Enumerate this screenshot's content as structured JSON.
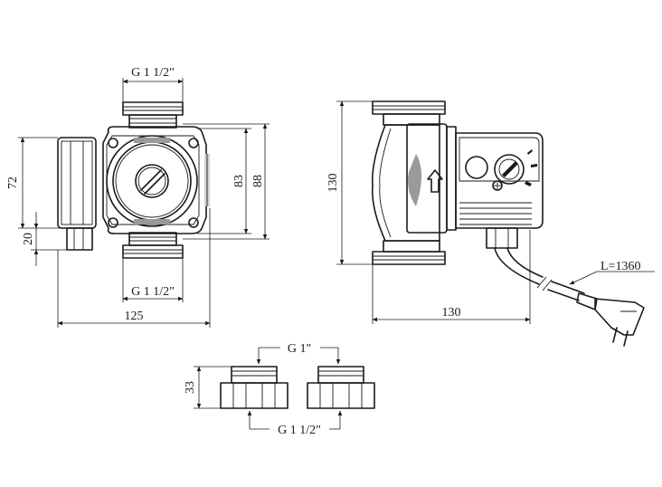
{
  "dimensions": {
    "front_top_thread": "G 1 1/2\"",
    "front_bottom_thread": "G 1 1/2\"",
    "front_height_72": "72",
    "front_height_20": "20",
    "front_height_83": "83",
    "front_height_88": "88",
    "front_width_125": "125",
    "side_height_130": "130",
    "side_width_130": "130",
    "cable_length": "L=1360",
    "union_inner_thread": "G 1\"",
    "union_outer_thread": "G 1 1/2\"",
    "union_height_33": "33"
  }
}
